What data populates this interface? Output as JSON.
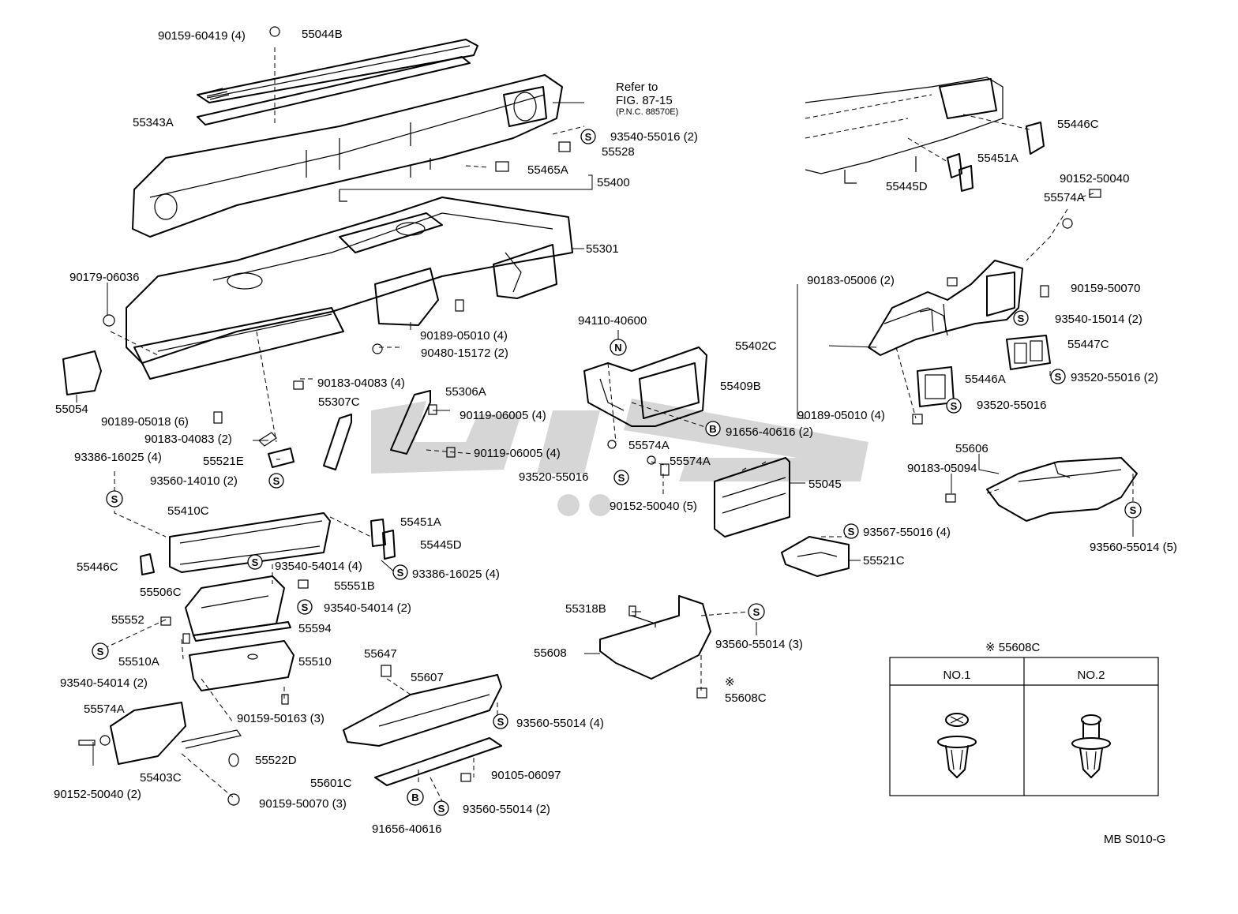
{
  "labels": {
    "p1": "90159-60419 (4)",
    "p2": "55044B",
    "p3": "55343A",
    "p4": "Refer to",
    "p5": "FIG. 87-15",
    "p6": "(P.N.C. 88570E)",
    "p7": "93540-55016 (2)",
    "p8": "55528",
    "p9": "55465A",
    "p10": "55400",
    "p11": "55301",
    "p12": "90179-06036",
    "p13": "90189-05010 (4)",
    "p14": "90480-15172 (2)",
    "p15": "90183-04083 (4)",
    "p16": "55306A",
    "p17": "55054",
    "p18": "90189-05018 (6)",
    "p19": "55307C",
    "p20": "90119-06005 (4)",
    "p21": "90183-04083 (2)",
    "p22": "55521E",
    "p23": "90119-06005 (4)",
    "p24": "93386-16025 (4)",
    "p25": "93560-14010 (2)",
    "p26": "55410C",
    "p27": "55451A",
    "p28": "55445D",
    "p29": "55446C",
    "p30": "93540-54014 (4)",
    "p31": "93386-16025 (4)",
    "p32": "55506C",
    "p33": "55551B",
    "p34": "93540-54014 (2)",
    "p35": "55552",
    "p36": "55594",
    "p37": "55510A",
    "p38": "55510",
    "p39": "93540-54014 (2)",
    "p40": "55574A",
    "p41": "90159-50163 (3)",
    "p42": "55522D",
    "p43": "55403C",
    "p44": "90152-50040 (2)",
    "p45": "90159-50070 (3)",
    "p46": "55647",
    "p47": "55607",
    "p48": "93560-55014 (4)",
    "p49": "90105-06097",
    "p50": "55601C",
    "p51": "93560-55014 (2)",
    "p52": "91656-40616",
    "p53": "94110-40600",
    "p54": "55409B",
    "p55": "91656-40616 (2)",
    "p56": "55574A",
    "p57": "55574A",
    "p58": "93520-55016",
    "p59": "90152-50040 (5)",
    "p60": "55045",
    "p61": "93567-55016 (4)",
    "p62": "55521C",
    "p63": "55318B",
    "p64": "55608",
    "p65": "93560-55014 (3)",
    "p66": "55608C",
    "p67": "55446C",
    "p68": "55451A",
    "p69": "55445D",
    "p70": "90152-50040",
    "p71": "55574A",
    "p72": "90183-05006 (2)",
    "p73": "90159-50070",
    "p74": "55402C",
    "p75": "93540-15014 (2)",
    "p76": "55447C",
    "p77": "55446A",
    "p78": "93520-55016 (2)",
    "p79": "90189-05010 (4)",
    "p80": "93520-55016",
    "p81": "55606",
    "p82": "90183-05094",
    "p83": "93560-55014 (5)"
  },
  "symbols": {
    "s": "S",
    "b": "B",
    "n": "N",
    "note": "※"
  },
  "clip_table": {
    "title": "※ 55608C",
    "col1": "NO.1",
    "col2": "NO.2"
  },
  "diagram_code": "MB S010-G"
}
